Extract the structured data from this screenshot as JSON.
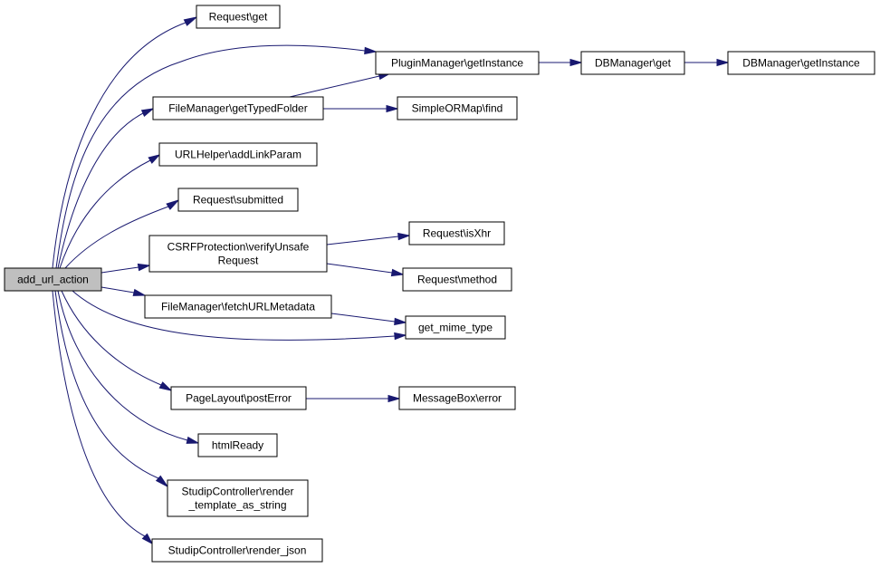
{
  "diagram": {
    "edge_color": "#191970",
    "root_fill": "#bfbfbf",
    "node_fill": "#ffffff",
    "nodes": [
      {
        "id": "add_url_action",
        "lines": [
          "add_url_action"
        ],
        "root": true
      },
      {
        "id": "request_get",
        "lines": [
          "Request\\get"
        ]
      },
      {
        "id": "pluginmanager_getinstance",
        "lines": [
          "PluginManager\\getInstance"
        ]
      },
      {
        "id": "dbmanager_get",
        "lines": [
          "DBManager\\get"
        ]
      },
      {
        "id": "dbmanager_getinstance",
        "lines": [
          "DBManager\\getInstance"
        ]
      },
      {
        "id": "filemanager_gettypedfolder",
        "lines": [
          "FileManager\\getTypedFolder"
        ]
      },
      {
        "id": "simpleormap_find",
        "lines": [
          "SimpleORMap\\find"
        ]
      },
      {
        "id": "urlhelper_addlinkparam",
        "lines": [
          "URLHelper\\addLinkParam"
        ]
      },
      {
        "id": "request_submitted",
        "lines": [
          "Request\\submitted"
        ]
      },
      {
        "id": "csrfprotection_verifyunsaferequest",
        "lines": [
          "CSRFProtection\\verifyUnsafe",
          "Request"
        ]
      },
      {
        "id": "request_isxhr",
        "lines": [
          "Request\\isXhr"
        ]
      },
      {
        "id": "request_method",
        "lines": [
          "Request\\method"
        ]
      },
      {
        "id": "filemanager_fetchurlmetadata",
        "lines": [
          "FileManager\\fetchURLMetadata"
        ]
      },
      {
        "id": "get_mime_type",
        "lines": [
          "get_mime_type"
        ]
      },
      {
        "id": "pagelayout_posterror",
        "lines": [
          "PageLayout\\postError"
        ]
      },
      {
        "id": "messagebox_error",
        "lines": [
          "MessageBox\\error"
        ]
      },
      {
        "id": "htmlready",
        "lines": [
          "htmlReady"
        ]
      },
      {
        "id": "studipcontroller_render_template_as_string",
        "lines": [
          "StudipController\\render",
          "_template_as_string"
        ]
      },
      {
        "id": "studipcontroller_render_json",
        "lines": [
          "StudipController\\render_json"
        ]
      }
    ],
    "edges": [
      {
        "from": "add_url_action",
        "to": "request_get"
      },
      {
        "from": "add_url_action",
        "to": "pluginmanager_getinstance"
      },
      {
        "from": "add_url_action",
        "to": "filemanager_gettypedfolder"
      },
      {
        "from": "add_url_action",
        "to": "urlhelper_addlinkparam"
      },
      {
        "from": "add_url_action",
        "to": "request_submitted"
      },
      {
        "from": "add_url_action",
        "to": "csrfprotection_verifyunsaferequest"
      },
      {
        "from": "add_url_action",
        "to": "filemanager_fetchurlmetadata"
      },
      {
        "from": "add_url_action",
        "to": "get_mime_type"
      },
      {
        "from": "add_url_action",
        "to": "pagelayout_posterror"
      },
      {
        "from": "add_url_action",
        "to": "htmlready"
      },
      {
        "from": "add_url_action",
        "to": "studipcontroller_render_template_as_string"
      },
      {
        "from": "add_url_action",
        "to": "studipcontroller_render_json"
      },
      {
        "from": "pluginmanager_getinstance",
        "to": "dbmanager_get"
      },
      {
        "from": "dbmanager_get",
        "to": "dbmanager_getinstance"
      },
      {
        "from": "filemanager_gettypedfolder",
        "to": "pluginmanager_getinstance"
      },
      {
        "from": "filemanager_gettypedfolder",
        "to": "simpleormap_find"
      },
      {
        "from": "csrfprotection_verifyunsaferequest",
        "to": "request_isxhr"
      },
      {
        "from": "csrfprotection_verifyunsaferequest",
        "to": "request_method"
      },
      {
        "from": "filemanager_fetchurlmetadata",
        "to": "get_mime_type"
      },
      {
        "from": "pagelayout_posterror",
        "to": "messagebox_error"
      }
    ]
  }
}
